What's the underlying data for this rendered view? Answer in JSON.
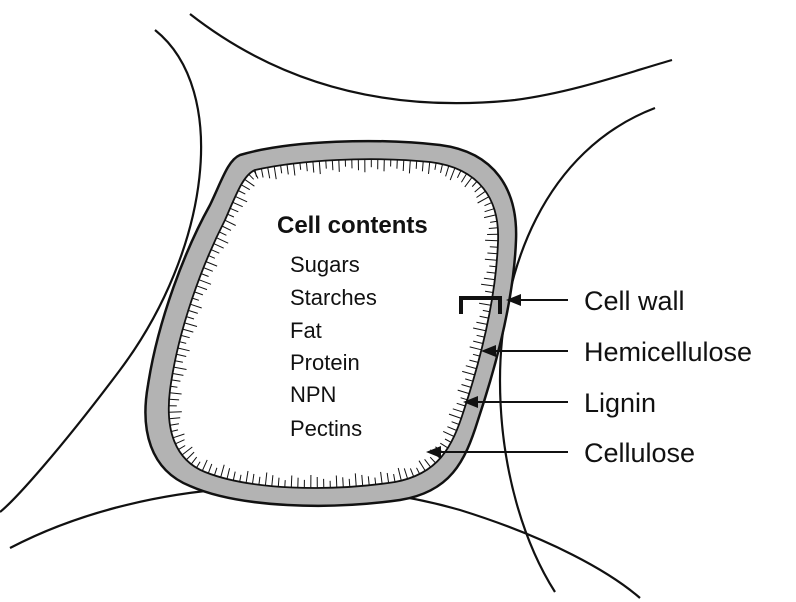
{
  "cell_contents": {
    "title": "Cell contents",
    "items": [
      "Sugars",
      "Starches",
      "Fat",
      "Protein",
      "NPN",
      "Pectins"
    ]
  },
  "callouts": {
    "cell_wall": "Cell wall",
    "hemicellulose": "Hemicellulose",
    "lignin": "Lignin",
    "cellulose": "Cellulose"
  },
  "colors": {
    "wall_fill": "#b3b3b3",
    "line": "#111111",
    "background": "#ffffff"
  }
}
